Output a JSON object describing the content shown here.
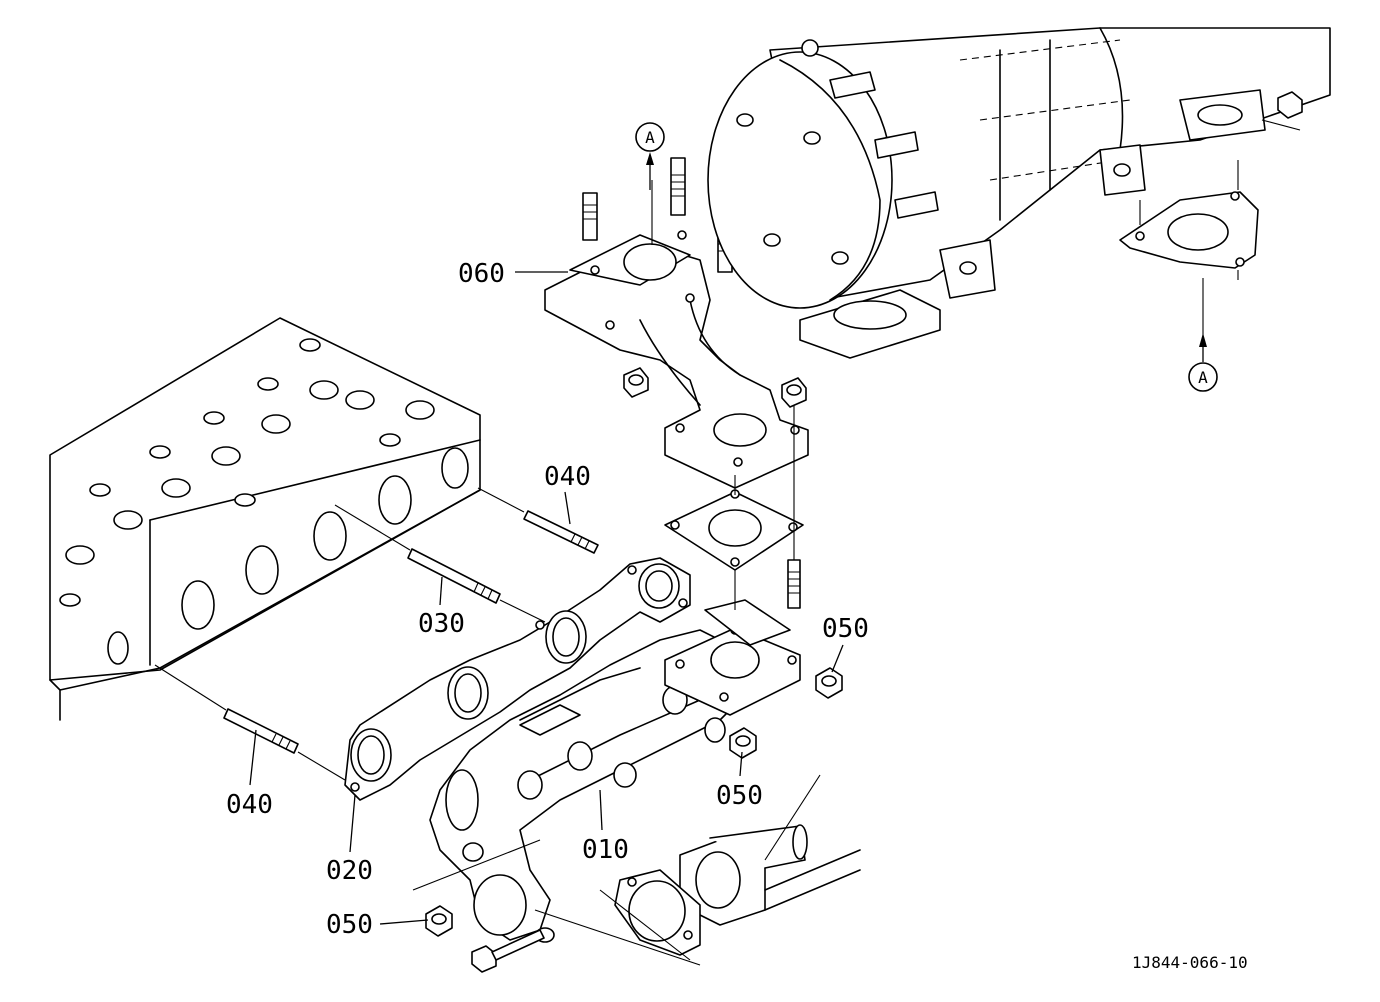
{
  "labels": {
    "p010": "010",
    "p020": "020",
    "p030": "030",
    "p040_top": "040",
    "p040_bottom": "040",
    "p050_right": "050",
    "p050_center": "050",
    "p050_bottom": "050",
    "p060": "060",
    "ref_a_top": "A",
    "ref_a_right": "A"
  },
  "drawing_number": "1J844-066-10"
}
